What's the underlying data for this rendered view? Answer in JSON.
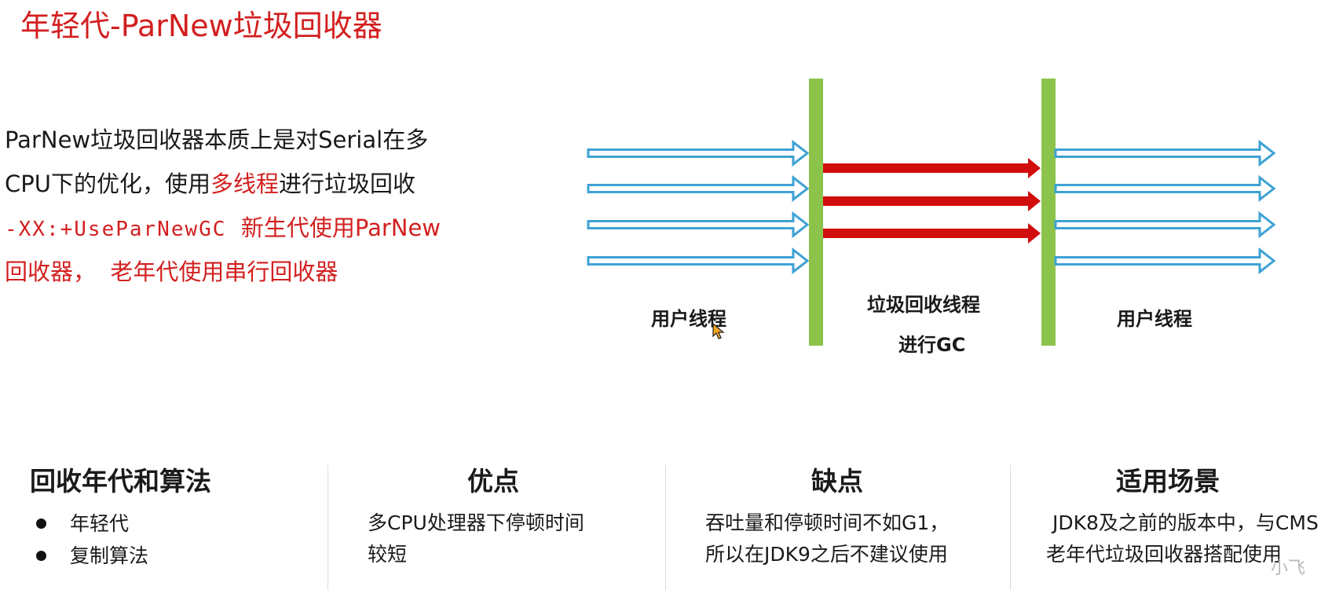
{
  "title": "年轻代-ParNew垃圾回收器",
  "description": {
    "line1": "ParNew垃圾回收器本质上是对Serial在多",
    "line2_prefix": "CPU下的优化，使用",
    "line2_highlight": "多线程",
    "line2_suffix": "进行垃圾回收",
    "line3_code": "-XX:+UseParNewGC",
    "line3_text": "新生代使用ParNew",
    "line4": "回收器，  老年代使用串行回收器"
  },
  "diagram": {
    "left_label": "用户线程",
    "center_label_1": "垃圾回收线程",
    "center_label_2": "进行GC",
    "right_label": "用户线程",
    "user_thread_count_left": 4,
    "gc_thread_count": 3,
    "user_thread_count_right": 4,
    "colors": {
      "user_arrow": "#3ea2d4",
      "gc_arrow": "#d10d0d",
      "safepoint_bar": "#8cc44b"
    }
  },
  "table": {
    "col1": {
      "header": "回收年代和算法",
      "items": [
        "年轻代",
        "复制算法"
      ]
    },
    "col2": {
      "header": "优点",
      "line1": "多CPU处理器下停顿时间",
      "line2": "较短"
    },
    "col3": {
      "header": "缺点",
      "line1": "吞吐量和停顿时间不如G1，",
      "line2": "所以在JDK9之后不建议使用"
    },
    "col4": {
      "header": "适用场景",
      "line1": "JDK8及之前的版本中，与CMS",
      "line2": "老年代垃圾回收器搭配使用"
    }
  },
  "watermark": "小飞"
}
